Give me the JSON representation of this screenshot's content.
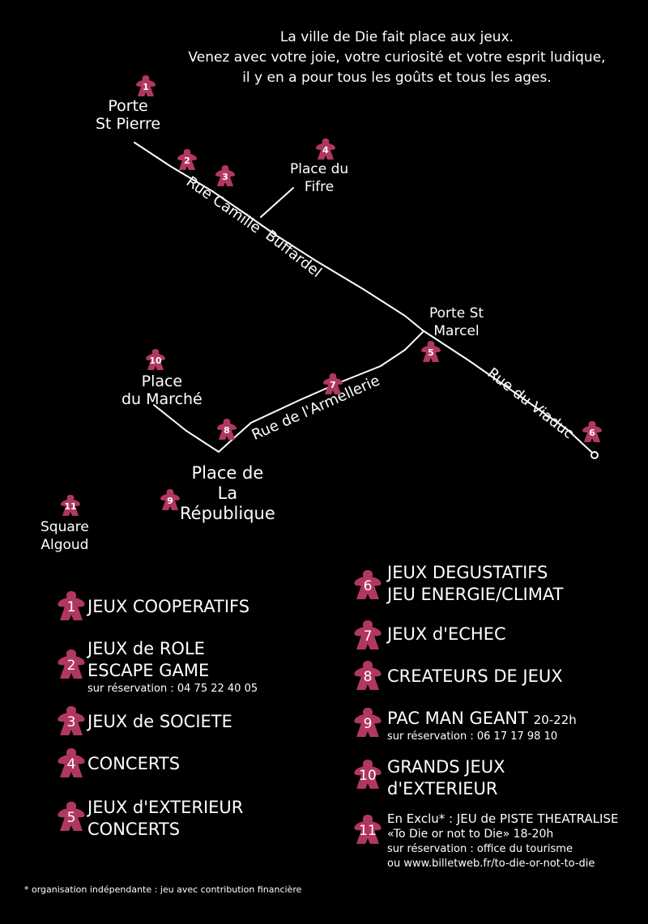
{
  "intro": [
    "La ville de Die fait place aux jeux.",
    "Venez avec votre joie, votre curiosité et votre esprit ludique,",
    "il y en a pour tous les goûts et tous les ages."
  ],
  "pin_color": "#b0385f",
  "places": {
    "porte_st_pierre": [
      "Porte",
      "St Pierre"
    ],
    "place_du_fifre": [
      "Place du",
      "Fifre"
    ],
    "porte_st_marcel": [
      "Porte St",
      "Marcel"
    ],
    "place_du_marche": [
      "Place",
      "du Marché"
    ],
    "place_republique": [
      "Place de",
      "La",
      "République"
    ],
    "square_algoud": [
      "Square",
      "Algoud"
    ]
  },
  "streets": {
    "camille": "Rue Camille",
    "buffardel": "Buffardel",
    "armellerie": "Rue de l'Armellerie",
    "viaduc": "Rue du Viaduc"
  },
  "map_pins": [
    "1",
    "2",
    "3",
    "4",
    "5",
    "6",
    "7",
    "8",
    "9",
    "10",
    "11"
  ],
  "legend": {
    "l1": {
      "num": "1",
      "lines": [
        "JEUX COOPERATIFS"
      ]
    },
    "l2": {
      "num": "2",
      "lines": [
        "JEUX de ROLE",
        "ESCAPE GAME"
      ],
      "sub": "sur réservation : 04 75 22 40 05"
    },
    "l3": {
      "num": "3",
      "lines": [
        "JEUX de SOCIETE"
      ]
    },
    "l4": {
      "num": "4",
      "lines": [
        "CONCERTS"
      ]
    },
    "l5": {
      "num": "5",
      "lines": [
        "JEUX d'EXTERIEUR",
        "CONCERTS"
      ]
    },
    "l6": {
      "num": "6",
      "lines": [
        "JEUX DEGUSTATIFS",
        "JEU ENERGIE/CLIMAT"
      ]
    },
    "l7": {
      "num": "7",
      "lines": [
        "JEUX d'ECHEC"
      ]
    },
    "l8": {
      "num": "8",
      "lines": [
        "CREATEURS DE JEUX"
      ]
    },
    "l9": {
      "num": "9",
      "lines": [
        "PAC MAN GEANT"
      ],
      "time": "20-22h",
      "sub": "sur réservation : 06 17 17 98 10"
    },
    "l10": {
      "num": "10",
      "lines": [
        "GRANDS JEUX",
        "d'EXTERIEUR"
      ]
    },
    "l11": {
      "num": "11",
      "lines": [
        "En Exclu* : JEU de PISTE THEATRALISE",
        "«To Die or not to Die» 18-20h",
        "sur réservation : office du tourisme",
        "ou www.billetweb.fr/to-die-or-not-to-die"
      ]
    }
  },
  "footnote": "* organisation indépendante : jeu avec contribution financière"
}
